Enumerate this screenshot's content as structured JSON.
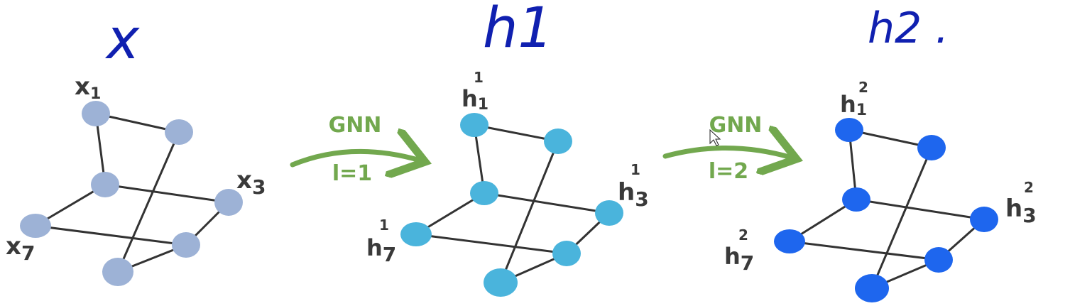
{
  "titles": [
    "x",
    "h1",
    "h2 ."
  ],
  "arrows": [
    {
      "top": "GNN",
      "bottom": "l=1"
    },
    {
      "top": "GNN",
      "bottom": "l=2"
    }
  ],
  "graphs": [
    {
      "node_color": "#9db2d6",
      "labels": {
        "n1": {
          "base": "x",
          "sub": "1",
          "sup": ""
        },
        "n3": {
          "base": "x",
          "sub": "3",
          "sup": ""
        },
        "n7": {
          "base": "x",
          "sub": "7",
          "sup": ""
        }
      }
    },
    {
      "node_color": "#4ab4dc",
      "labels": {
        "n1": {
          "base": "h",
          "sub": "1",
          "sup": "1"
        },
        "n3": {
          "base": "h",
          "sub": "3",
          "sup": "1"
        },
        "n7": {
          "base": "h",
          "sub": "7",
          "sup": "1"
        }
      }
    },
    {
      "node_color": "#1e66ee",
      "labels": {
        "n1": {
          "base": "h",
          "sub": "1",
          "sup": "2"
        },
        "n3": {
          "base": "h",
          "sub": "3",
          "sup": "2"
        },
        "n7": {
          "base": "h",
          "sub": "7",
          "sup": "2"
        }
      }
    }
  ],
  "colors": {
    "title": "#1020b0",
    "edge": "#333333",
    "arrow": "#72a84e",
    "label": "#3a3a3a"
  }
}
